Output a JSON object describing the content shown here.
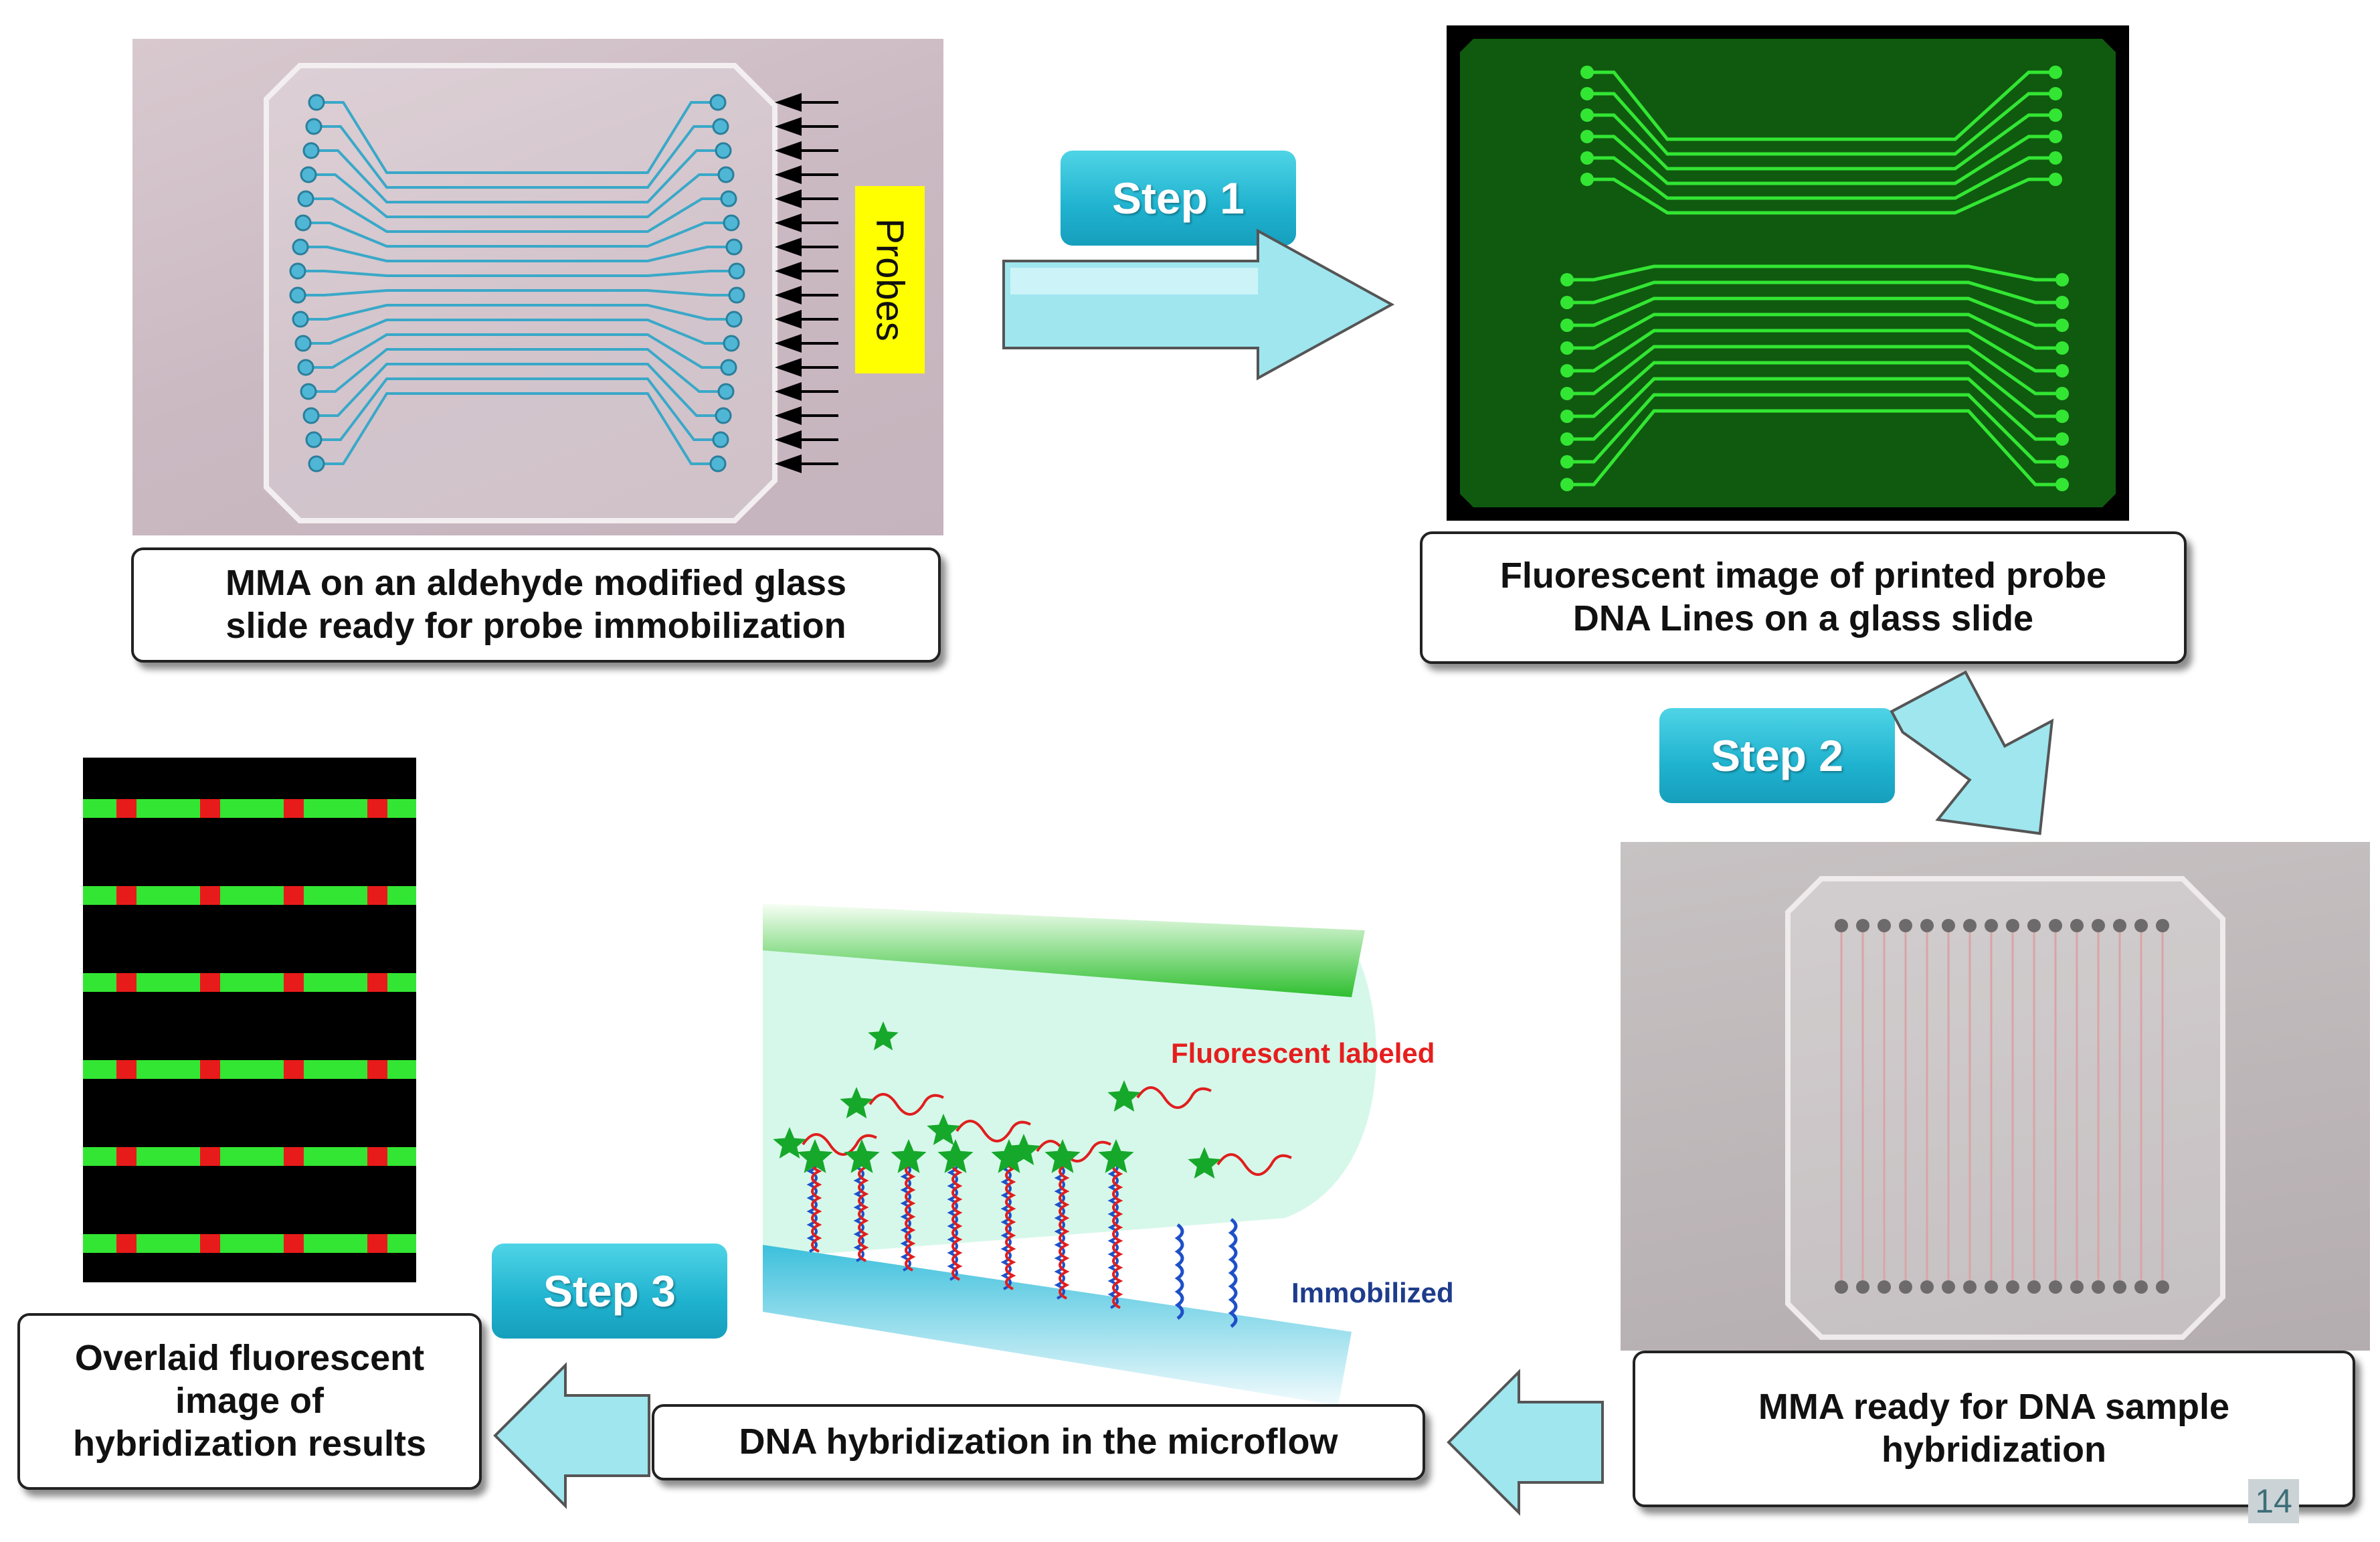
{
  "panel1": {
    "probes_label": "Probes",
    "caption_line1": "MMA on an aldehyde modified glass",
    "caption_line2": "slide ready for probe immobilization"
  },
  "panel2": {
    "caption_line1": "Fluorescent image of printed probe",
    "caption_line2": "DNA Lines on a glass slide"
  },
  "panel3": {
    "caption_line1": "MMA ready for DNA sample",
    "caption_line2": "hybridization"
  },
  "panel4": {
    "caption": "DNA hybridization in the microflow",
    "label_labeled": "Fluorescent labeled",
    "label_immobilized": "Immobilized"
  },
  "panel5": {
    "caption_line1": "Overlaid fluorescent",
    "caption_line2": "image of",
    "caption_line3": "hybridization results"
  },
  "steps": {
    "step1": "Step 1",
    "step2": "Step 2",
    "step3": "Step 3"
  },
  "page_number": "14",
  "colors": {
    "step_cyan": "#1fb2cf",
    "arrow_fill": "#9fe6ef",
    "fluor_green": "#33e633",
    "hybrid_red": "#e81b1b",
    "label_red": "#e61e1e",
    "label_blue": "#1e3c8c",
    "probes_yellow": "#ffff00"
  }
}
